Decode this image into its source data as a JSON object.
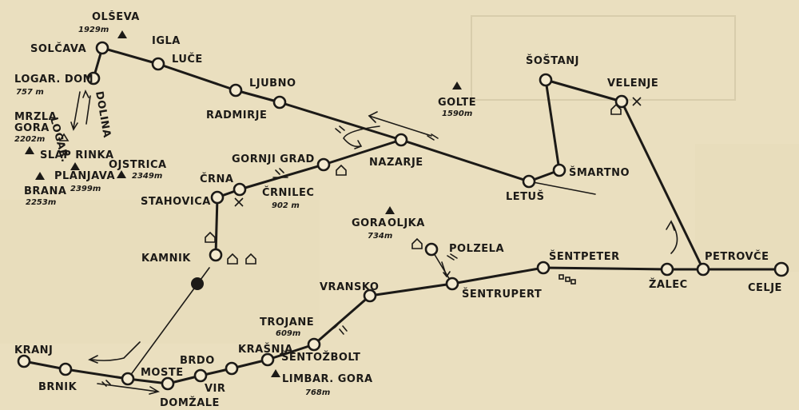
{
  "places": {
    "olseva": "OLŠEVA",
    "olseva_alt": "1929m",
    "solcava": "SOLČAVA",
    "igla": "IGLA",
    "luce": "LUČE",
    "ljubno": "LJUBNO",
    "radmirje": "RADMIRJE",
    "logar_dom": "LOGAR. DOM",
    "logar_dom_alt": "757 m",
    "logar_dolina_a": "LOGAR.",
    "logar_dolina_b": "DOLINA",
    "mrzla_gora_a": "MRZLA",
    "mrzla_gora_b": "GORA",
    "mrzla_gora_alt": "2202m",
    "slap_rinka": "SLAP RINKA",
    "ojstrica": "OJSTRICA",
    "ojstrica_alt": "2349m",
    "planjava": "PLANJAVA",
    "planjava_alt": "2399m",
    "brana": "BRANA",
    "brana_alt": "2253m",
    "golte": "GOLTE",
    "golte_alt": "1590m",
    "sostanj": "ŠOŠTANJ",
    "velenje": "VELENJE",
    "smartno": "ŠMARTNO",
    "letus": "LETUŠ",
    "nazarje": "NAZARJE",
    "gornji_grad": "GORNJI GRAD",
    "crna": "ČRNA",
    "stahovica": "STAHOVICA",
    "crnilec": "ČRNILEC",
    "crnilec_alt": "902 m",
    "gora_oljka_a": "GORA",
    "gora_oljka_b": "OLJKA",
    "gora_oljka_alt": "734m",
    "polzela": "POLZELA",
    "kamnik": "KAMNIK",
    "sentpeter": "ŠENTPETER",
    "petrovce": "PETROVČE",
    "zalec": "ŽALEC",
    "celje": "CELJE",
    "sentrupert": "ŠENTRUPERT",
    "vransko": "VRANSKO",
    "trojane": "TROJANE",
    "trojane_alt": "609m",
    "krasnja": "KRAŠNJA",
    "sentozbolt": "ŠENTOŽBOLT",
    "limbar_gora": "LIMBAR. GORA",
    "limbar_gora_alt": "768m",
    "brdo": "BRDO",
    "vir": "VIR",
    "moste": "MOSTE",
    "domzale": "DOMŽALE",
    "kranj": "KRANJ",
    "brnik": "BRNIK"
  },
  "colors": {
    "ink": "#1c1a17",
    "paper": "#eadfbf"
  }
}
